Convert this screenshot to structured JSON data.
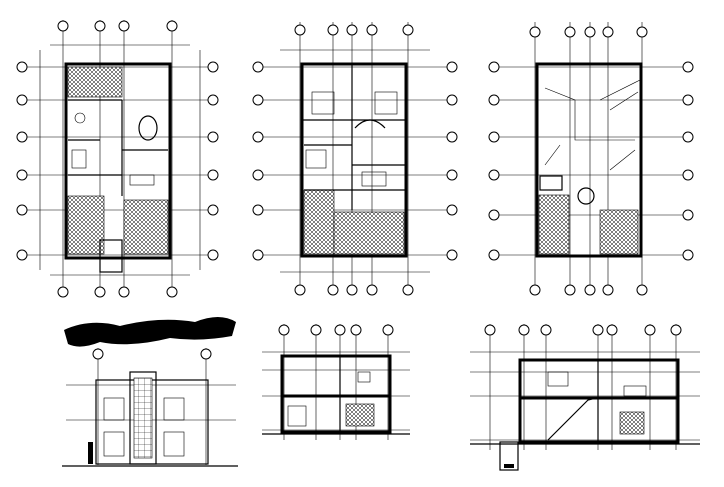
{
  "sheet": {
    "plans": [
      {
        "id": "ground-floor-plan"
      },
      {
        "id": "upper-floor-plan"
      },
      {
        "id": "roof-plan"
      }
    ],
    "elevation": {
      "id": "front-elevation"
    },
    "sections": [
      {
        "id": "section-a"
      },
      {
        "id": "section-b"
      }
    ]
  },
  "colors": {
    "ink": "#000000",
    "paper": "#ffffff"
  }
}
